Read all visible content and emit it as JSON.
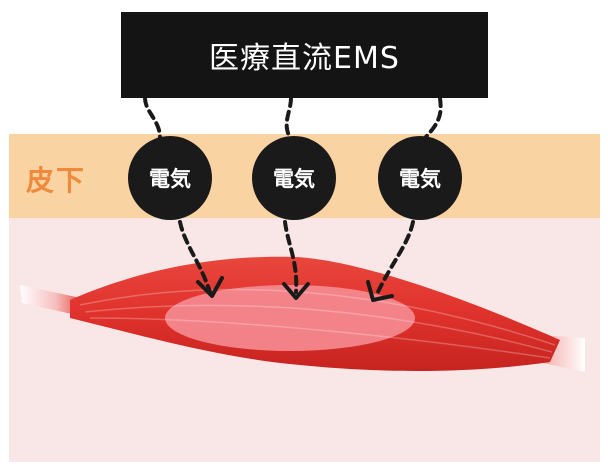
{
  "title": "医療直流EMS",
  "layer_label": "皮下",
  "nodes": [
    "電気",
    "電気",
    "電気"
  ],
  "colors": {
    "title_bg": "#141414",
    "skin_layer": "#fad3a3",
    "tissue": "#f9e6e6",
    "layer_label": "#ef8a3c",
    "node": "#1a1a1a",
    "muscle": "#e0322c",
    "muscle_highlight": "#f58c93"
  }
}
